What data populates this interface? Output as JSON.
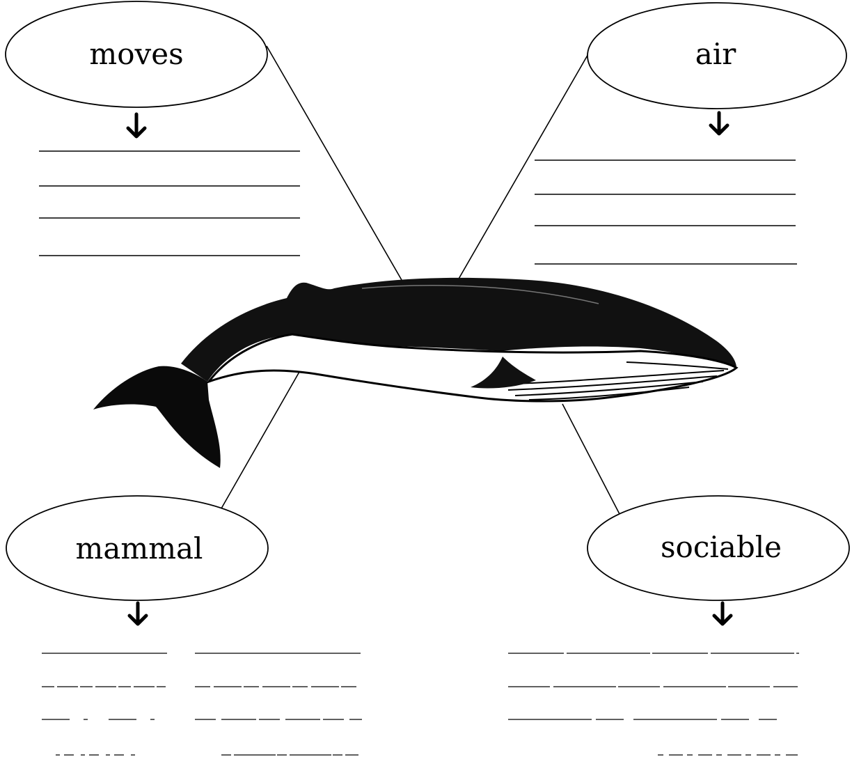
{
  "diagram": {
    "center_illustration": "whale-illustration",
    "nodes": [
      {
        "id": "moves",
        "label": "moves",
        "writing_lines": 4
      },
      {
        "id": "air",
        "label": "air",
        "writing_lines": 4
      },
      {
        "id": "mammal",
        "label": "mammal",
        "writing_lines": 4
      },
      {
        "id": "sociable",
        "label": "sociable",
        "writing_lines": 4
      }
    ],
    "connector_arrow_icon": "arrow-down-icon",
    "ink_color": "#000000",
    "paper_color": "#ffffff"
  }
}
